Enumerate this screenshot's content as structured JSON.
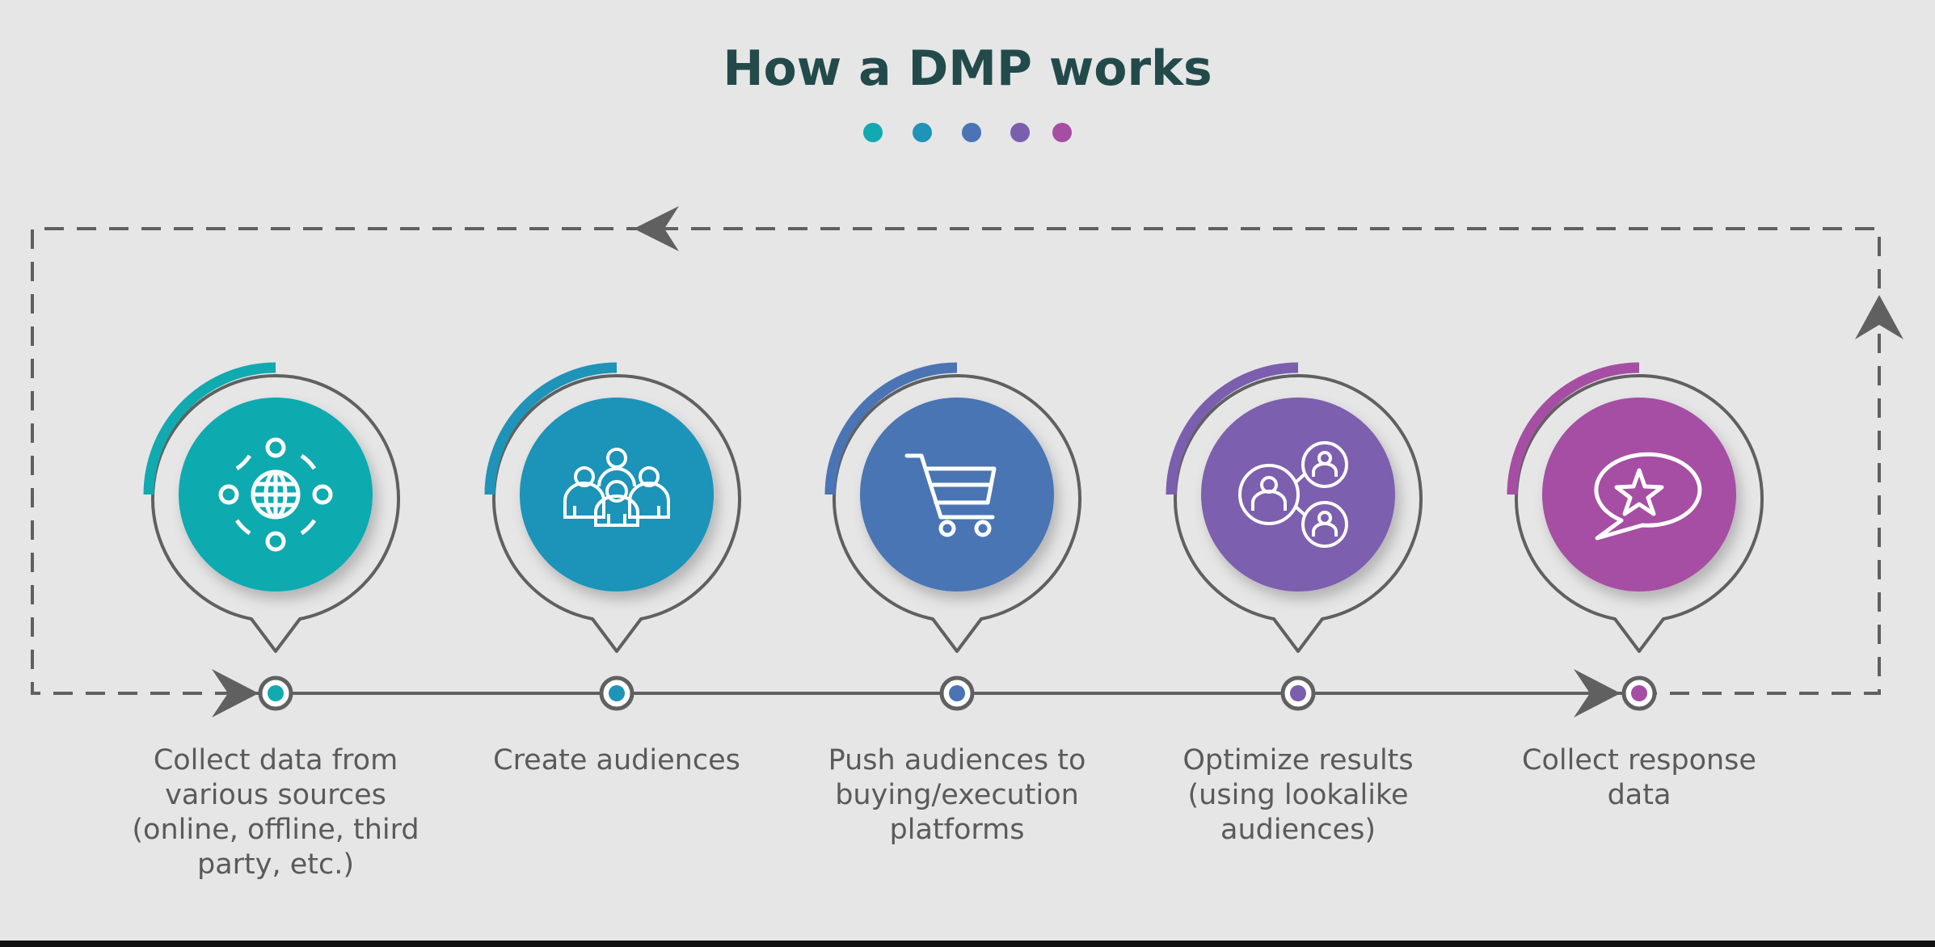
{
  "title": "How a DMP works",
  "colors": {
    "background": "#e6e6e6",
    "title": "#234a4a",
    "line": "#606060",
    "label": "#5a5a5a"
  },
  "dots": [
    "#10aab0",
    "#1f93b8",
    "#4a74b4",
    "#7b5fae",
    "#a64ea4"
  ],
  "steps": [
    {
      "label": "Collect data from various sources (online, offline, third party, etc.)",
      "color": "#10aab0",
      "icon": "globe-network-icon"
    },
    {
      "label": "Create audiences",
      "color": "#1f93b8",
      "icon": "audience-group-icon"
    },
    {
      "label": "Push audiences to buying/execution platforms",
      "color": "#4a74b4",
      "icon": "shopping-cart-icon"
    },
    {
      "label": "Optimize results (using lookalike audiences)",
      "color": "#7b5fae",
      "icon": "lookalike-users-icon"
    },
    {
      "label": "Collect response data",
      "color": "#a64ea4",
      "icon": "chat-star-icon"
    }
  ]
}
